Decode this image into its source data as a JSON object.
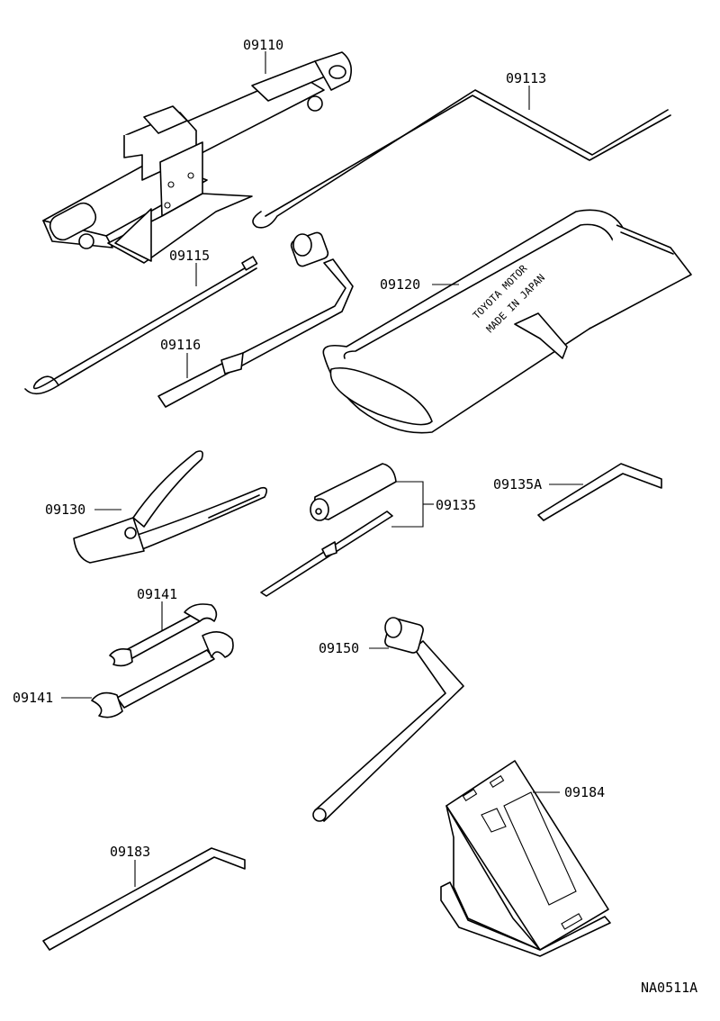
{
  "diagram": {
    "code": "NA0511A",
    "bag_print": [
      "TOYOTA MOTOR",
      "MADE IN JAPAN"
    ],
    "parts": [
      {
        "part_no": "09110",
        "item": "jack"
      },
      {
        "part_no": "09113",
        "item": "jack-handle"
      },
      {
        "part_no": "09115",
        "item": "jack-handle-extension"
      },
      {
        "part_no": "09116",
        "item": "handle-bar"
      },
      {
        "part_no": "09120",
        "item": "tool-bag"
      },
      {
        "part_no": "09130",
        "item": "pliers"
      },
      {
        "part_no": "09135",
        "item": "screwdriver-set"
      },
      {
        "part_no": "09135A",
        "item": "screwdriver-bit"
      },
      {
        "part_no": "09141",
        "item": "wrench-upper"
      },
      {
        "part_no": "09141",
        "item": "wrench-lower"
      },
      {
        "part_no": "09150",
        "item": "wheel-nut-wrench"
      },
      {
        "part_no": "09183",
        "item": "hub-nut-tool"
      },
      {
        "part_no": "09184",
        "item": "jack-stand"
      }
    ]
  },
  "colors": {
    "line": "#000000",
    "background": "#ffffff"
  }
}
